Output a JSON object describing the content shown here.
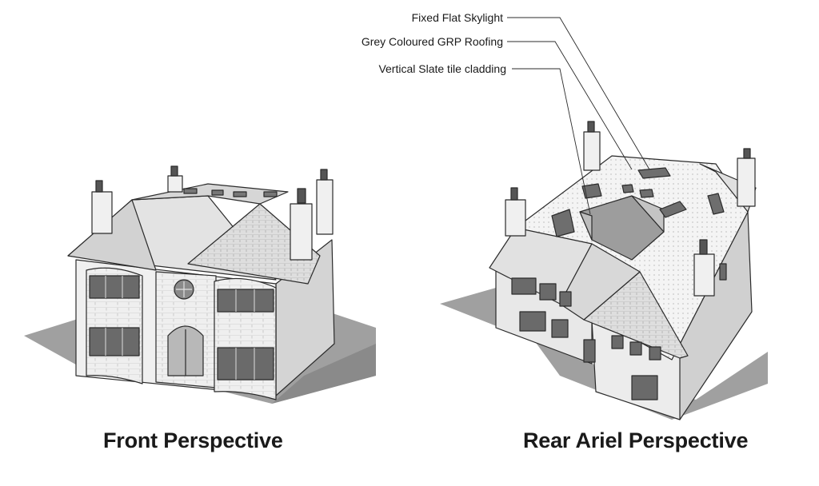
{
  "captions": {
    "front": "Front Perspective",
    "rear": "Rear Ariel Perspective"
  },
  "callouts": [
    "Fixed Flat Skylight",
    "Grey Coloured GRP Roofing",
    "Vertical Slate tile cladding"
  ],
  "colors": {
    "line": "#2b2b2b",
    "wall": "#f2f2f2",
    "roof": "#dcdcdc",
    "shadow": "#9a9a9a",
    "glass": "#6e6e6e"
  }
}
